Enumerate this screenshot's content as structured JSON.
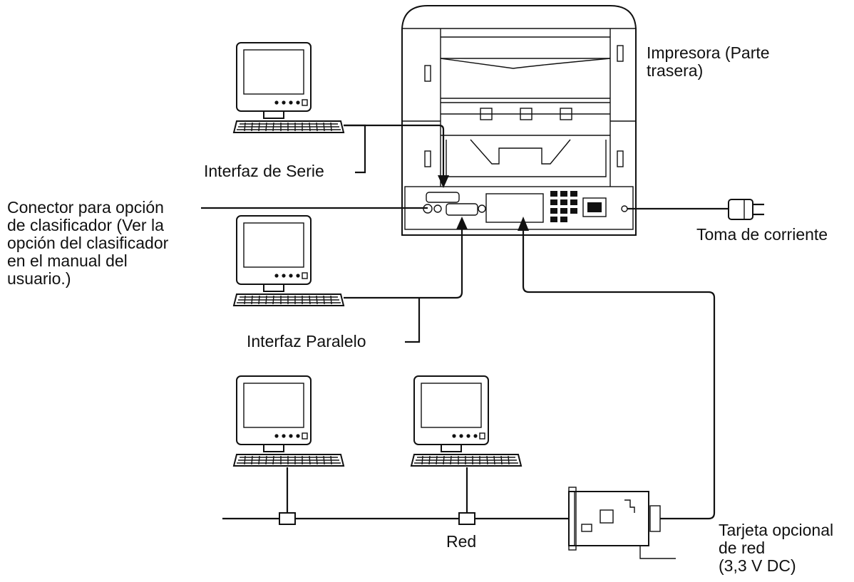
{
  "labels": {
    "printer": [
      "Impresora (Parte",
      "trasera)"
    ],
    "serial": "Interfaz de Serie",
    "sorter": [
      "Conector para opción",
      "de clasificador (Ver la",
      "opción del clasificador",
      "en el manual del",
      "usuario.)"
    ],
    "power": "Toma de corriente",
    "parallel": "Interfaz Paralelo",
    "network": "Red",
    "card": [
      "Tarjeta opcional",
      "de red",
      "(3,3 V DC)"
    ]
  },
  "icons": {
    "computer": "desktop-computer-icon",
    "printer": "printer-rear-icon",
    "plug": "power-plug-icon",
    "card": "network-card-icon"
  }
}
